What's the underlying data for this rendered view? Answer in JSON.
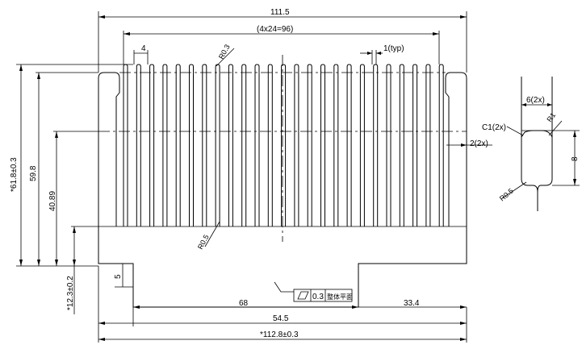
{
  "dimensions": {
    "overall_top": "111.5",
    "fin_span": "(4x24=96)",
    "fin_gap": "4",
    "fin_radius_top": "R0.3",
    "fin_thickness": "1(typ)",
    "height_total": "*61.8±0.3",
    "height_mid": "59.8",
    "height_inner": "40.89",
    "height_base": "*12.3±0.2",
    "base_step": "5",
    "flatness_value": "0.3",
    "flatness_note": "整体平面",
    "bottom_68": "68",
    "bottom_33_4": "33.4",
    "bottom_54_5": "54.5",
    "bottom_overall": "*112.8±0.3",
    "root_radius": "R0.5",
    "side_groove": "2(2x)"
  },
  "detail": {
    "width": "6(2x)",
    "chamfer": "C1(2x)",
    "radius_top": "R1",
    "height": "8",
    "radius_bottom": "R0.5"
  }
}
